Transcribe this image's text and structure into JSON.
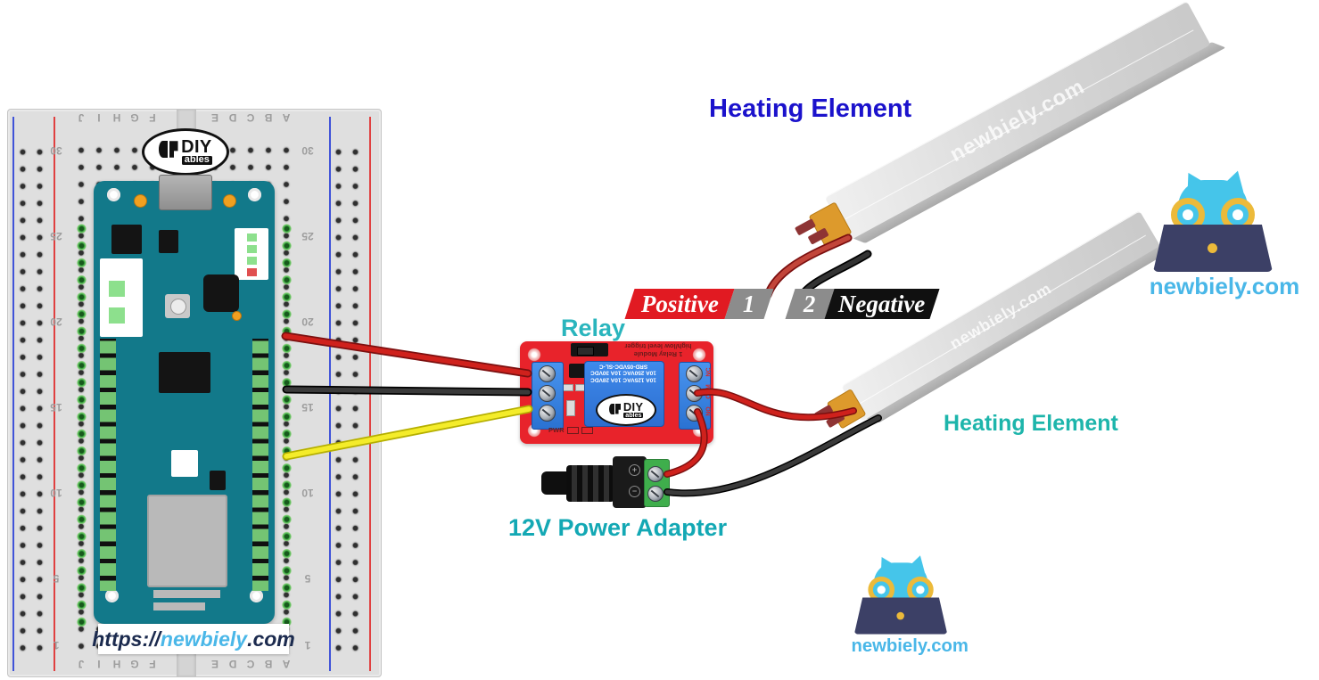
{
  "banner": {
    "positive": "Positive",
    "wire1": "1",
    "wire2": "2",
    "negative": "Negative"
  },
  "labels": {
    "relay": "Relay",
    "heating_top": "Heating Element",
    "heating_right": "Heating Element",
    "power_adapter": "12V Power Adapter"
  },
  "branding": {
    "watermark": "newbiely.com",
    "url_prefix": "https://",
    "url_name": "newbiely",
    "url_suffix": ".com",
    "owl_right_text": "newbiely.com",
    "owl_bottom_text": "newbiely.com",
    "diyables": {
      "main": "DIY",
      "badge": "ables"
    }
  },
  "breadboard": {
    "columns_left": [
      "J",
      "I",
      "H",
      "G",
      "F"
    ],
    "columns_right": [
      "E",
      "D",
      "C",
      "B",
      "A"
    ],
    "row_numbers": [
      "30",
      "25",
      "20",
      "15",
      "10",
      "5",
      "1"
    ]
  },
  "relay_module": {
    "header_line1": "1 Relay Module",
    "header_line2": "high/low level trigger",
    "relay_line1": "SRD-05VDC-SL-C",
    "relay_line2": "10A 250VAC 10A 30VDC",
    "relay_line3": "10A 125VAC 10A 28VDC",
    "terminals": [
      "NC",
      "COM",
      "NO"
    ],
    "pwr": "PWR"
  },
  "colors": {
    "breadboard_green": "#3fae46",
    "wire_red": "#d42420",
    "wire_black": "#303030",
    "wire_yellow": "#f4ec2a",
    "relay_red": "#e8232b",
    "relay_blue": "#2d6ecf",
    "arduino_teal": "#12798a",
    "label_teal": "#16b0b6",
    "label_blue": "#1b12cc",
    "brand_blue": "#49b7e8",
    "owl_cyan": "#45c5ea",
    "owl_navy": "#3c4066",
    "owl_yellow": "#ecba3a",
    "banner_red": "#e11a22",
    "banner_gray": "#8c8c8c",
    "banner_black": "#101010",
    "heater_silver": "#d9d9d9",
    "adapter_green": "#3fae4c"
  }
}
